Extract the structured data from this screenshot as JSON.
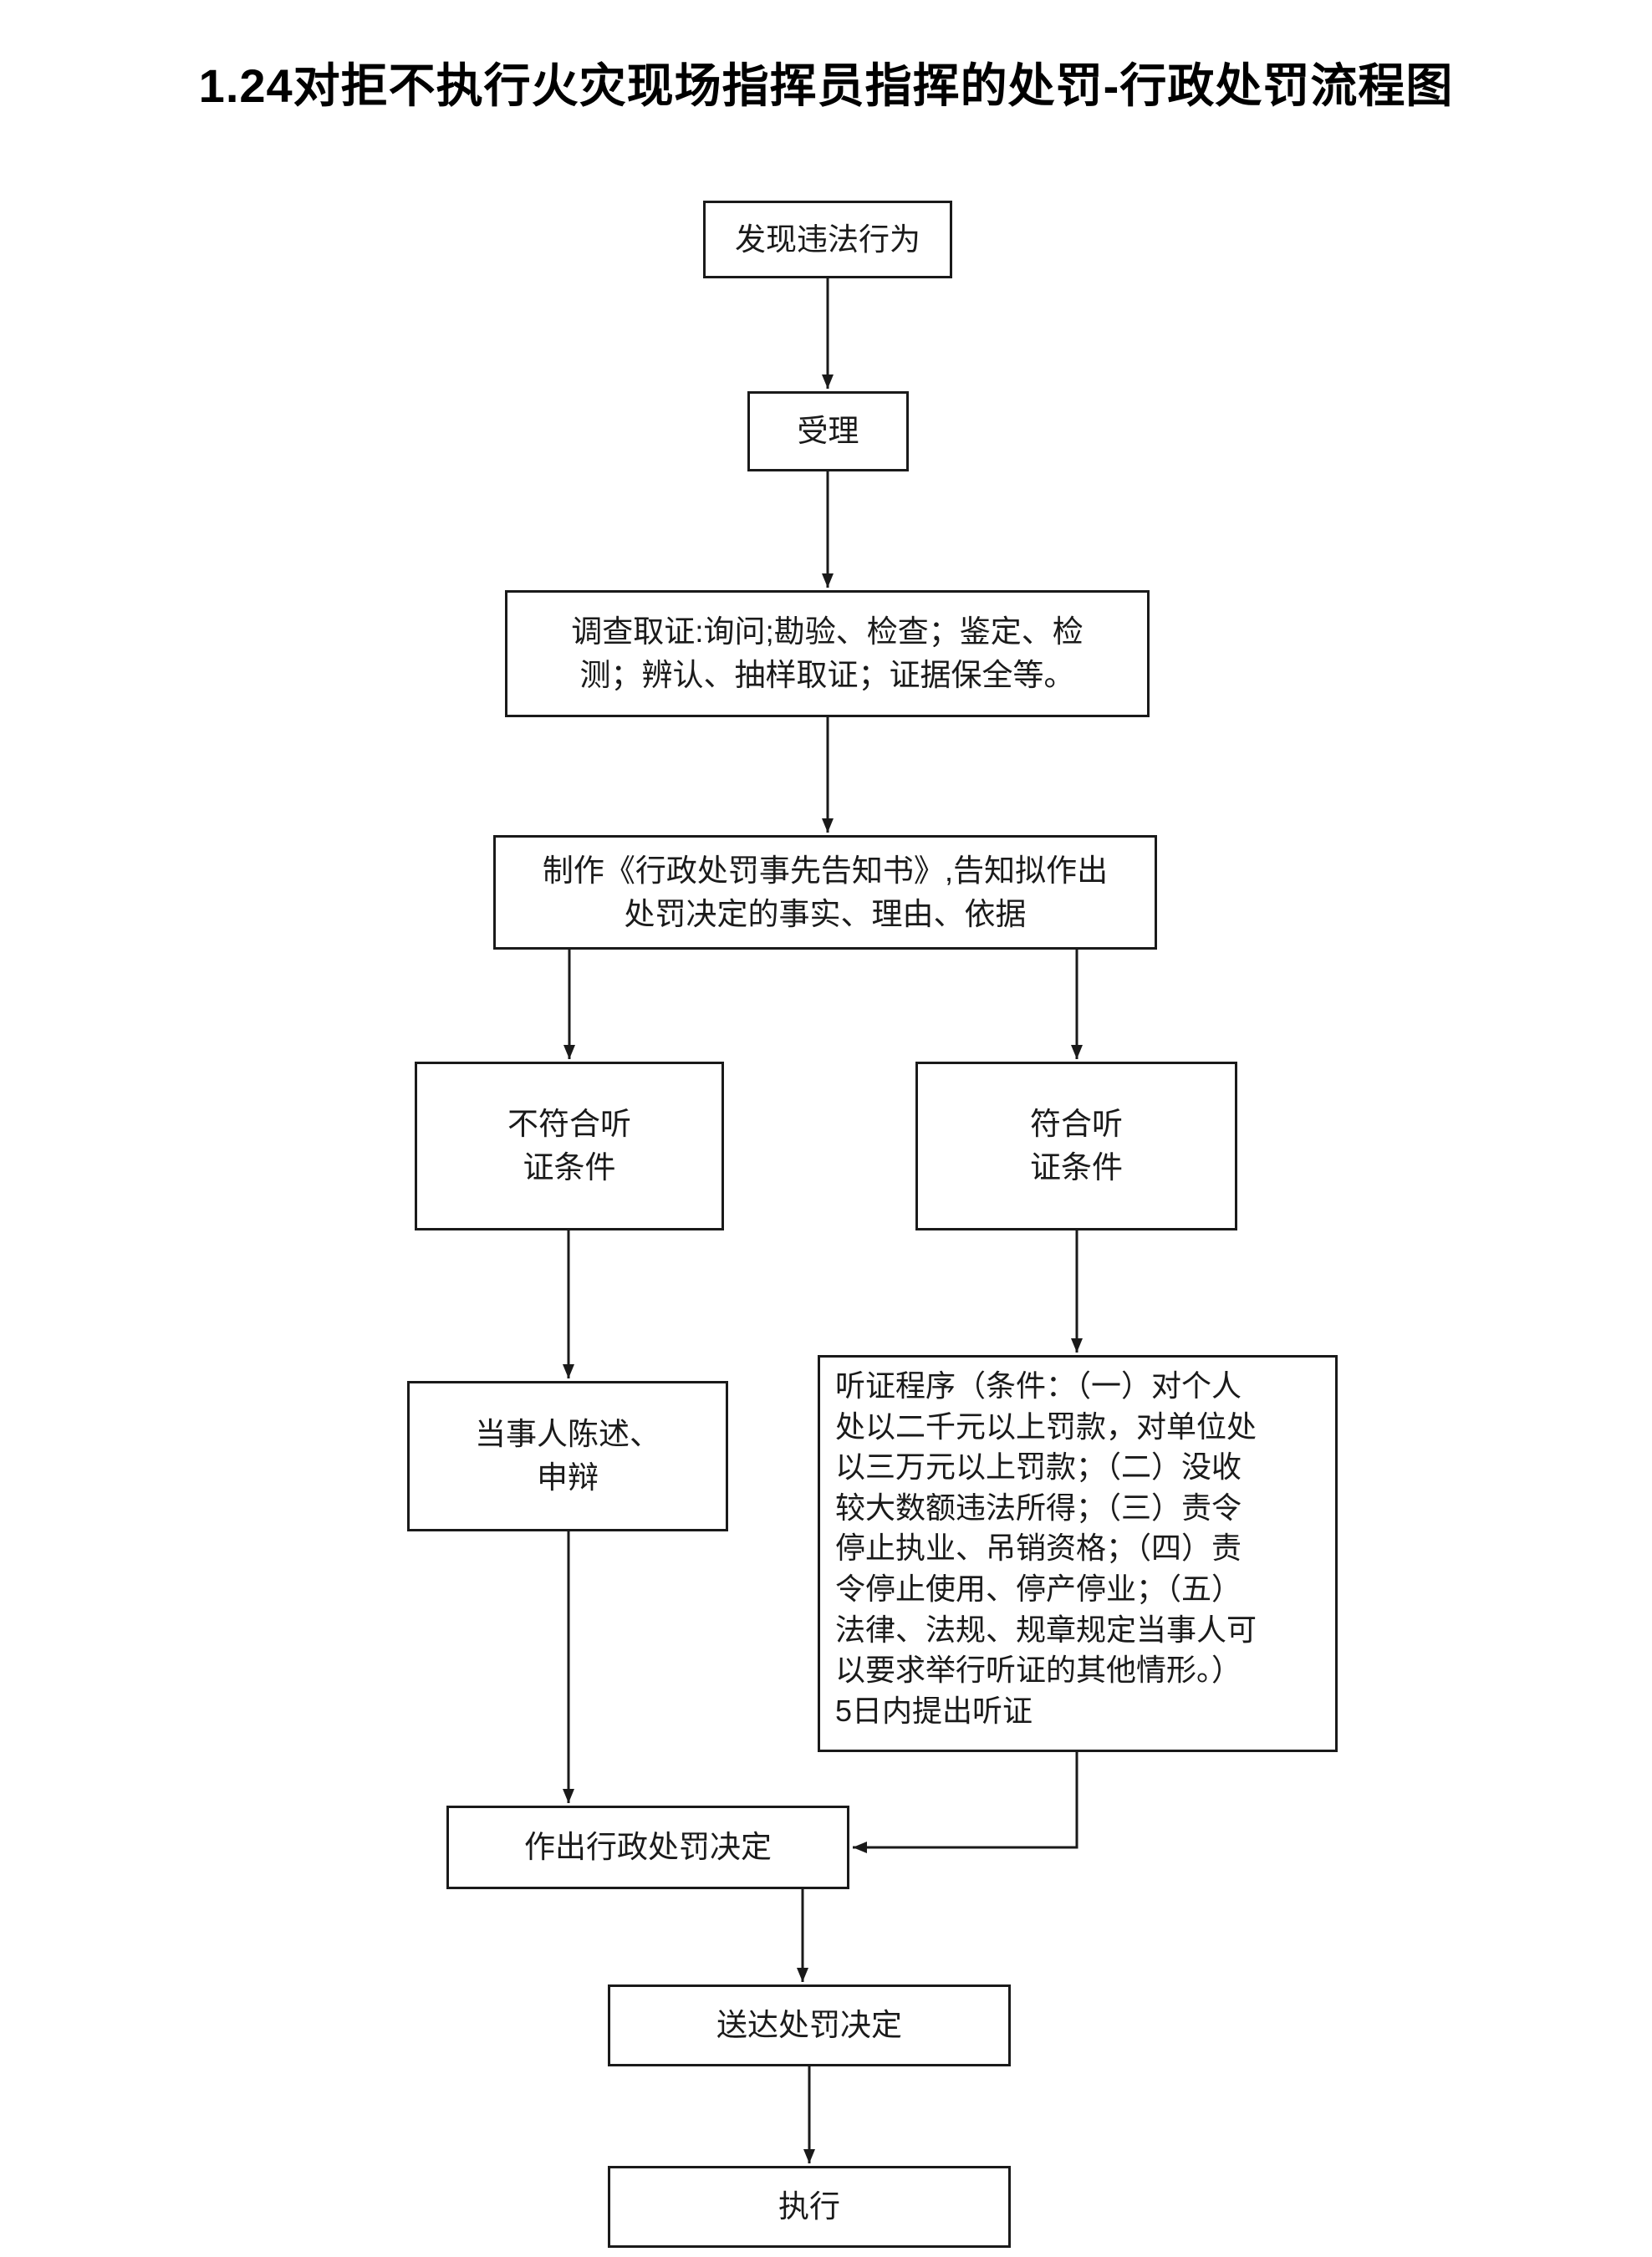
{
  "title": "1.24对拒不执行火灾现场指挥员指挥的处罚-行政处罚流程图",
  "colors": {
    "background": "#ffffff",
    "border": "#1a1a1a",
    "text": "#1a1a1a"
  },
  "nodes": {
    "discover": {
      "label": "发现违法行为"
    },
    "accept": {
      "label": "受理"
    },
    "investigate": {
      "label": "调查取证:询问;勘验、检查；鉴定、检\n测；辨认、抽样取证；证据保全等。"
    },
    "notify": {
      "label": "制作《行政处罚事先告知书》,告知拟作出\n处罚决定的事实、理由、依据"
    },
    "no_hearing": {
      "label": "不符合听\n证条件"
    },
    "hearing_ok": {
      "label": "符合听\n证条件"
    },
    "statement": {
      "label": "当事人陈述、\n申辩"
    },
    "hearing_procedure": {
      "label": "听证程序（条件：（一）对个人\n处以二千元以上罚款，对单位处\n以三万元以上罚款；（二）没收\n较大数额违法所得；（三）责令\n停止执业、吊销资格；（四）责\n令停止使用、停产停业；（五）\n法律、法规、规章规定当事人可\n以要求举行听证的其他情形。）\n5日内提出听证"
    },
    "decision": {
      "label": "作出行政处罚决定"
    },
    "deliver": {
      "label": "送达处罚决定"
    },
    "execute": {
      "label": "执行"
    }
  }
}
